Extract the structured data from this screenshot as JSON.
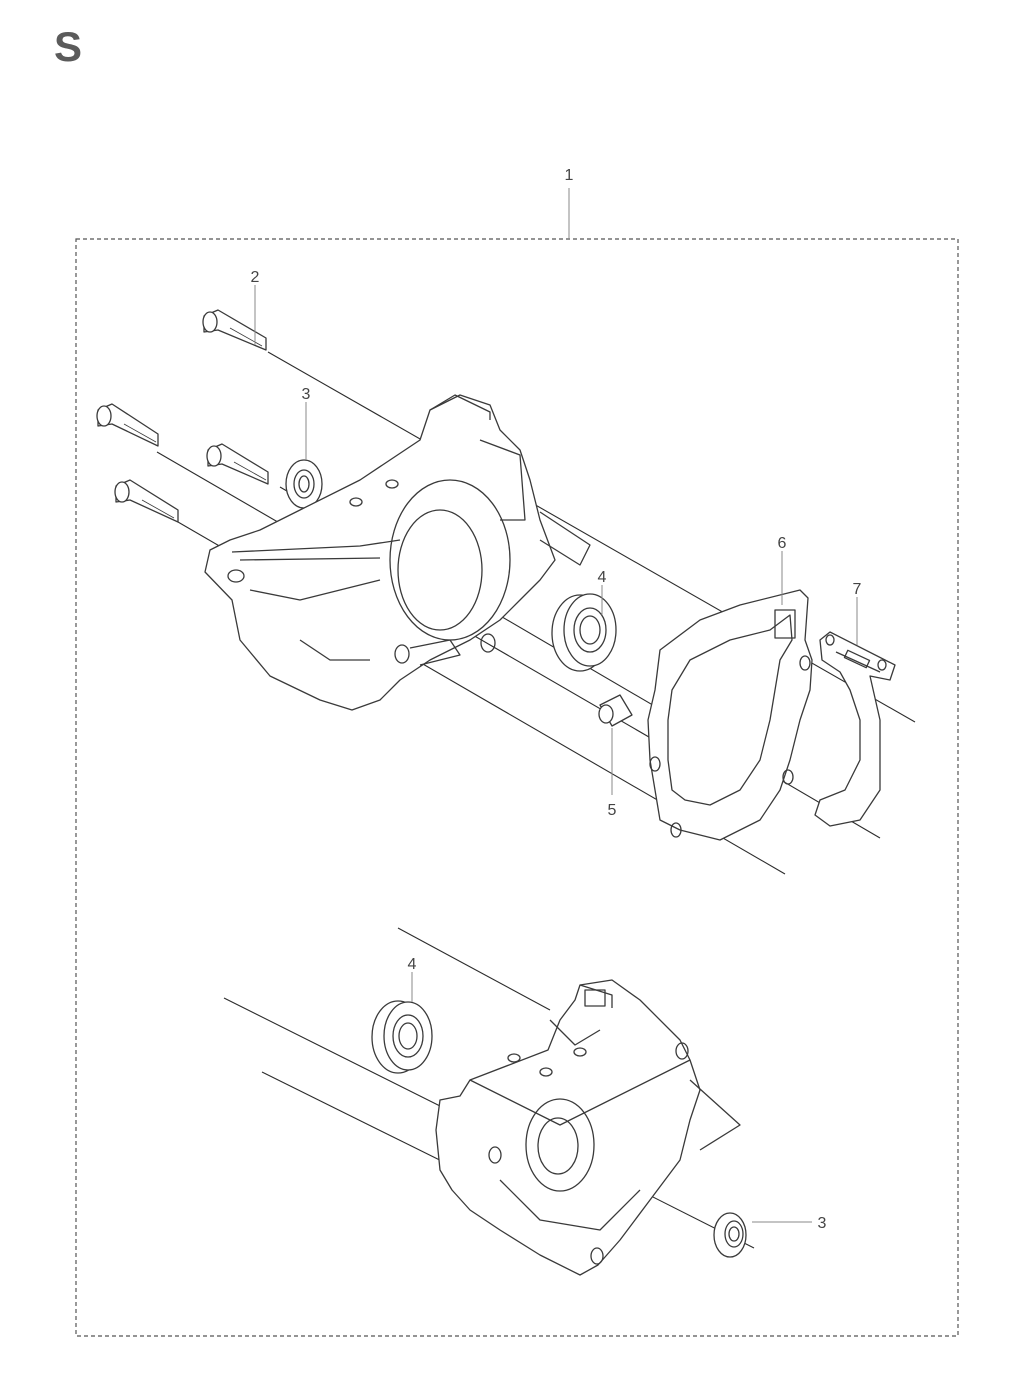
{
  "section_letter": "S",
  "callouts": {
    "c1": "1",
    "c2": "2",
    "c3_top": "3",
    "c4_top": "4",
    "c5": "5",
    "c6": "6",
    "c7": "7",
    "c4_bottom": "4",
    "c3_bottom": "3"
  }
}
